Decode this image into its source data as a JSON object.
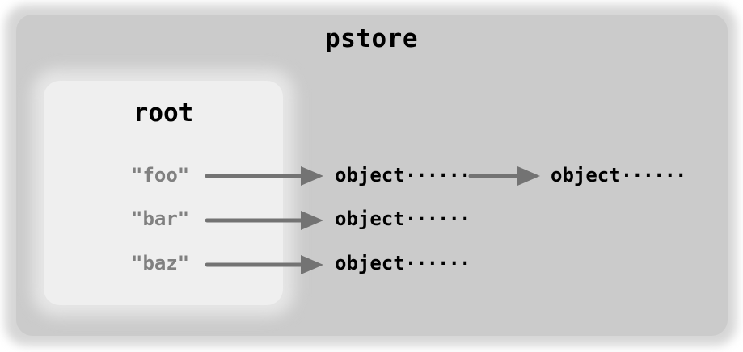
{
  "store": {
    "title": "pstore"
  },
  "root": {
    "title": "root",
    "entries": [
      {
        "key": "\"foo\"",
        "chain": [
          "object",
          "object"
        ]
      },
      {
        "key": "\"bar\"",
        "chain": [
          "object"
        ]
      },
      {
        "key": "\"baz\"",
        "chain": [
          "object"
        ]
      }
    ]
  },
  "ellipsis": "······",
  "colors": {
    "store_background": "#cbcbcb",
    "root_background": "#efefef",
    "arrow": "#737373",
    "key_text": "#808080"
  }
}
